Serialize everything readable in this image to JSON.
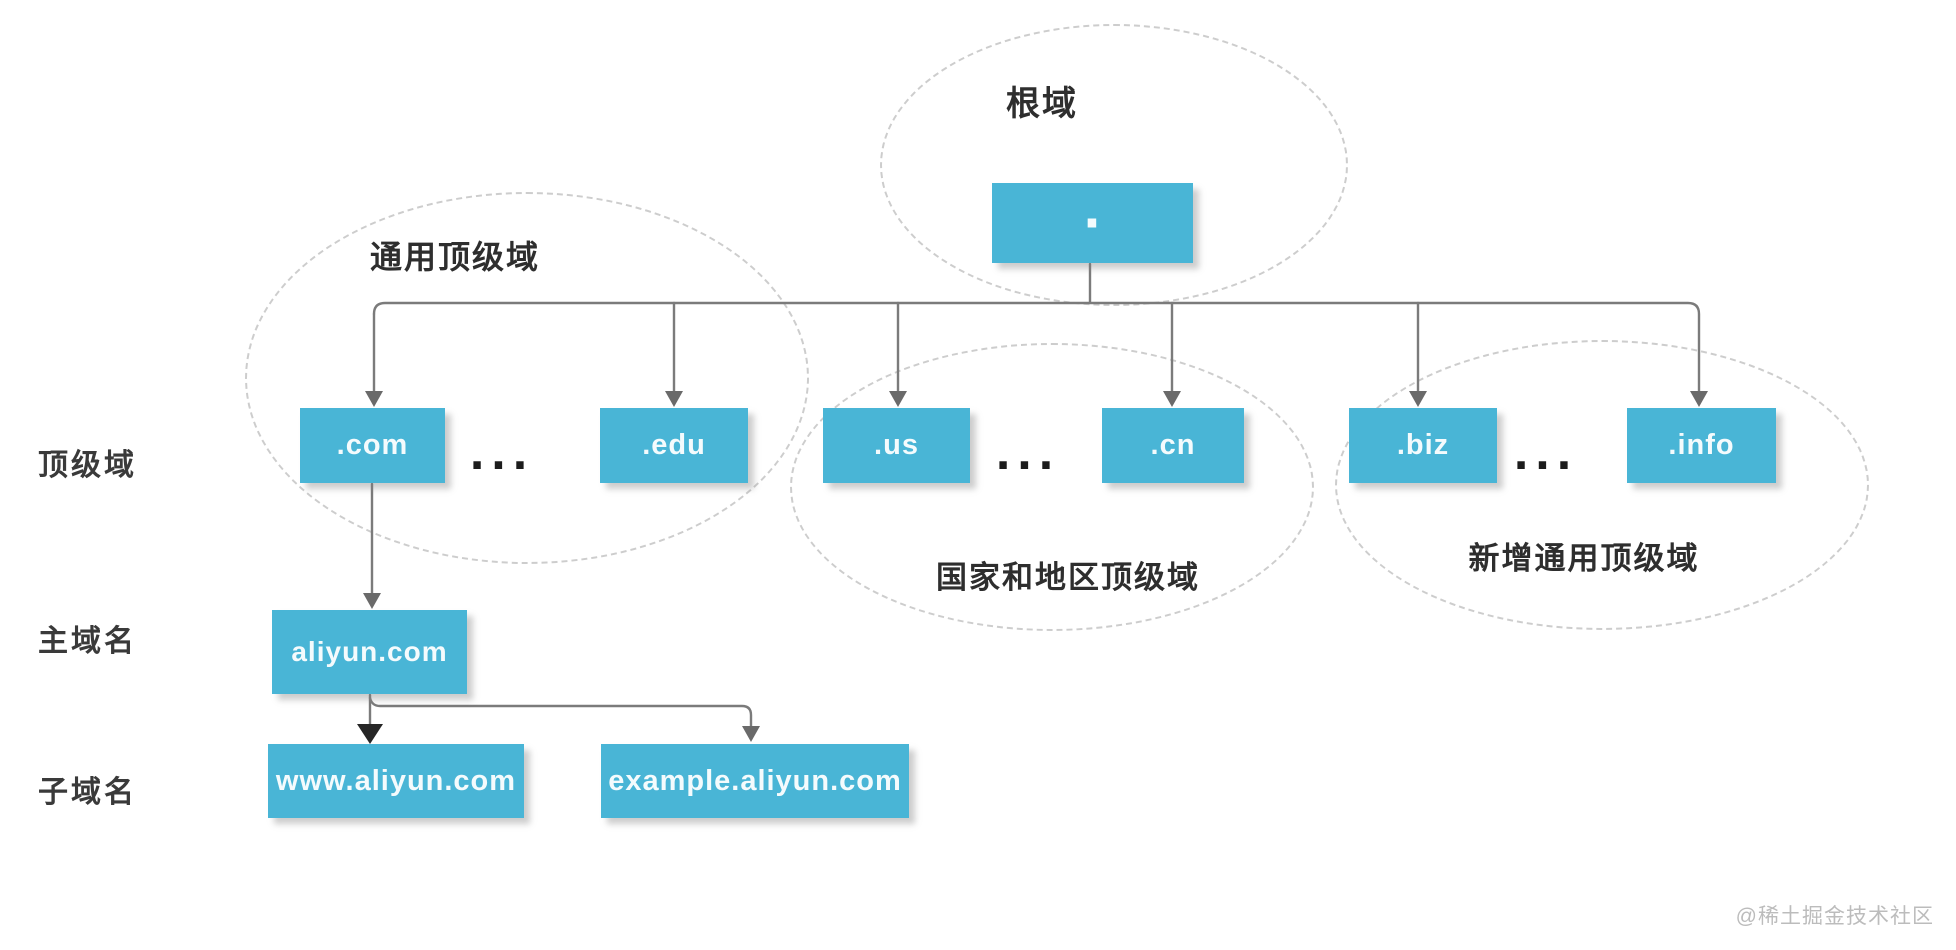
{
  "diagram": {
    "root_group": {
      "label": "根域",
      "node": "."
    },
    "row_labels": {
      "tld": "顶级域",
      "main_domain": "主域名",
      "sub_domain": "子域名"
    },
    "groups": {
      "generic": {
        "label": "通用顶级域",
        "nodes": [
          ".com",
          ".edu"
        ],
        "ellipsis": "..."
      },
      "country": {
        "label": "国家和地区顶级域",
        "nodes": [
          ".us",
          ".cn"
        ],
        "ellipsis": "..."
      },
      "new_generic": {
        "label": "新增通用顶级域",
        "nodes": [
          ".biz",
          ".info"
        ],
        "ellipsis": "..."
      }
    },
    "main_domain_node": "aliyun.com",
    "subdomain_nodes": [
      "www.aliyun.com",
      "example.aliyun.com"
    ],
    "colors": {
      "node_fill": "#49b5d6",
      "node_text": "#ffffff",
      "connector": "#7b7b7b",
      "arrowhead": "#6a6a6a",
      "arrowhead_dark": "#262626",
      "ellipse_border": "#cdcdcd",
      "label_text": "#2e2e2e",
      "watermark_text": "#bcbcbc"
    }
  },
  "watermark": "@稀土掘金技术社区"
}
